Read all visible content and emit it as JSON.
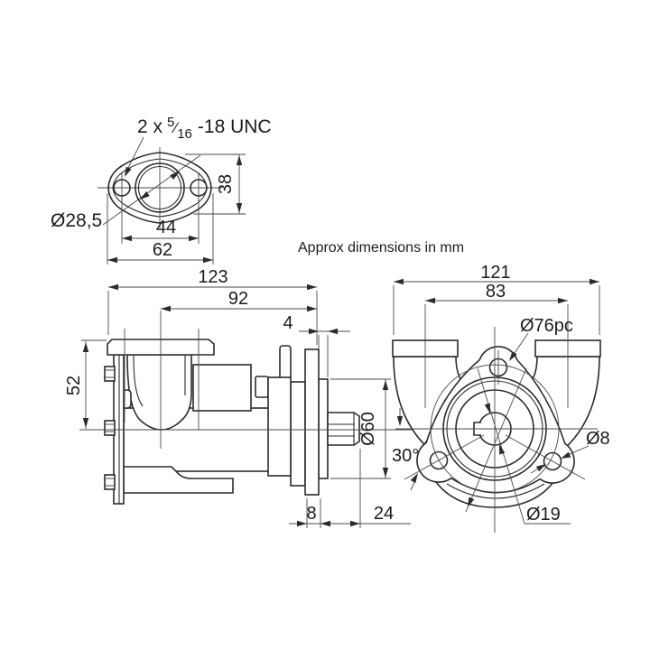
{
  "note": "Approx dimensions in mm",
  "flange_detail": {
    "thread_prefix": "2 x",
    "frac_num": "5",
    "frac_slash": "⁄",
    "frac_den": "16",
    "thread_suffix": "-18 UNC",
    "hole_dia": "Ø28,5",
    "dim_height": "38",
    "dim_hole_spacing": "44",
    "dim_width": "62"
  },
  "side_view": {
    "dim_overall_length": "123",
    "dim_body_length": "92",
    "dim_gap": "4",
    "dim_centerline_height": "52",
    "dim_flange_thickness": "8",
    "dim_shaft_length": "24",
    "dim_hub_dia": "Ø60"
  },
  "front_view": {
    "dim_overall_width": "121",
    "dim_port_spacing": "83",
    "bolt_circle_dia": "Ø76pc",
    "bolt_hole_dia": "Ø8",
    "shaft_dia": "Ø19",
    "angle": "30°"
  }
}
